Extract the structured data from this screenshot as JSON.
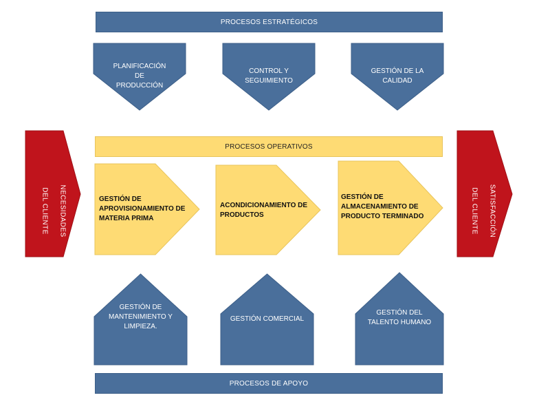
{
  "strategic": {
    "title": "PROCESOS ESTRATÉGICOS",
    "items": [
      {
        "line1": "PLANIFICACIÓN",
        "line2": "DE",
        "line3": "PRODUCCIÓN"
      },
      {
        "line1": "CONTROL Y",
        "line2": "SEGUIMIENTO"
      },
      {
        "line1": "GESTIÓN DE LA",
        "line2": "CALIDAD"
      }
    ]
  },
  "operative": {
    "title": "PROCESOS OPERATIVOS",
    "items": [
      {
        "line1": "GESTIÓN DE",
        "line2": "APROVISIONAMIENTO DE",
        "line3": "MATERIA PRIMA"
      },
      {
        "line1": "ACONDICIONAMIENTO DE",
        "line2": "PRODUCTOS"
      },
      {
        "line1": "GESTIÓN DE",
        "line2": "ALMACENAMIENTO DE",
        "line3": "PRODUCTO TERMINADO"
      }
    ]
  },
  "support": {
    "title": "PROCESOS DE APOYO",
    "items": [
      {
        "line1": "GESTIÓN DE",
        "line2": "MANTENIMIENTO Y",
        "line3": "LIMPIEZA."
      },
      {
        "line1": "GESTIÓN COMERCIAL"
      },
      {
        "line1": "GESTIÓN DEL",
        "line2": "TALENTO HUMANO"
      }
    ]
  },
  "input": {
    "line1": "NECESIDADES",
    "line2": "DEL CLIENTE"
  },
  "output": {
    "line1": "SATISFACCIÓN",
    "line2": "DEL CLIENTE"
  },
  "colors": {
    "blue": "#4a6f9b",
    "yellow": "#fedb74",
    "red": "#c0141c"
  }
}
